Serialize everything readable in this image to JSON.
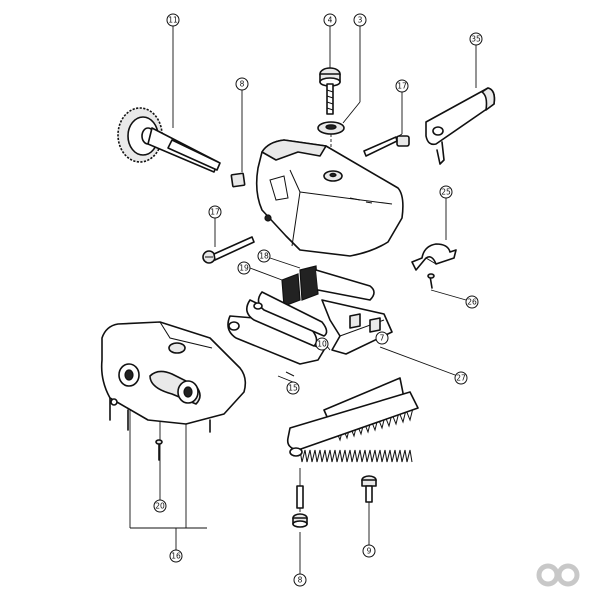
{
  "callouts": [
    {
      "id": "c11",
      "label": "11"
    },
    {
      "id": "c4",
      "label": "4"
    },
    {
      "id": "c3",
      "label": "3"
    },
    {
      "id": "c35",
      "label": "35"
    },
    {
      "id": "c8a",
      "label": "8"
    },
    {
      "id": "c17a",
      "label": "17"
    },
    {
      "id": "c17b",
      "label": "17"
    },
    {
      "id": "c25",
      "label": "25"
    },
    {
      "id": "c18",
      "label": "18"
    },
    {
      "id": "c19",
      "label": "19"
    },
    {
      "id": "c7",
      "label": "7"
    },
    {
      "id": "c26",
      "label": "26"
    },
    {
      "id": "c10",
      "label": "10"
    },
    {
      "id": "c27",
      "label": "27"
    },
    {
      "id": "c15",
      "label": "15"
    },
    {
      "id": "c20",
      "label": "20"
    },
    {
      "id": "c16",
      "label": "16"
    },
    {
      "id": "c9",
      "label": "9"
    },
    {
      "id": "c8b",
      "label": "8"
    }
  ],
  "colors": {
    "line": "#111111",
    "logo": "#c8c8c8"
  }
}
